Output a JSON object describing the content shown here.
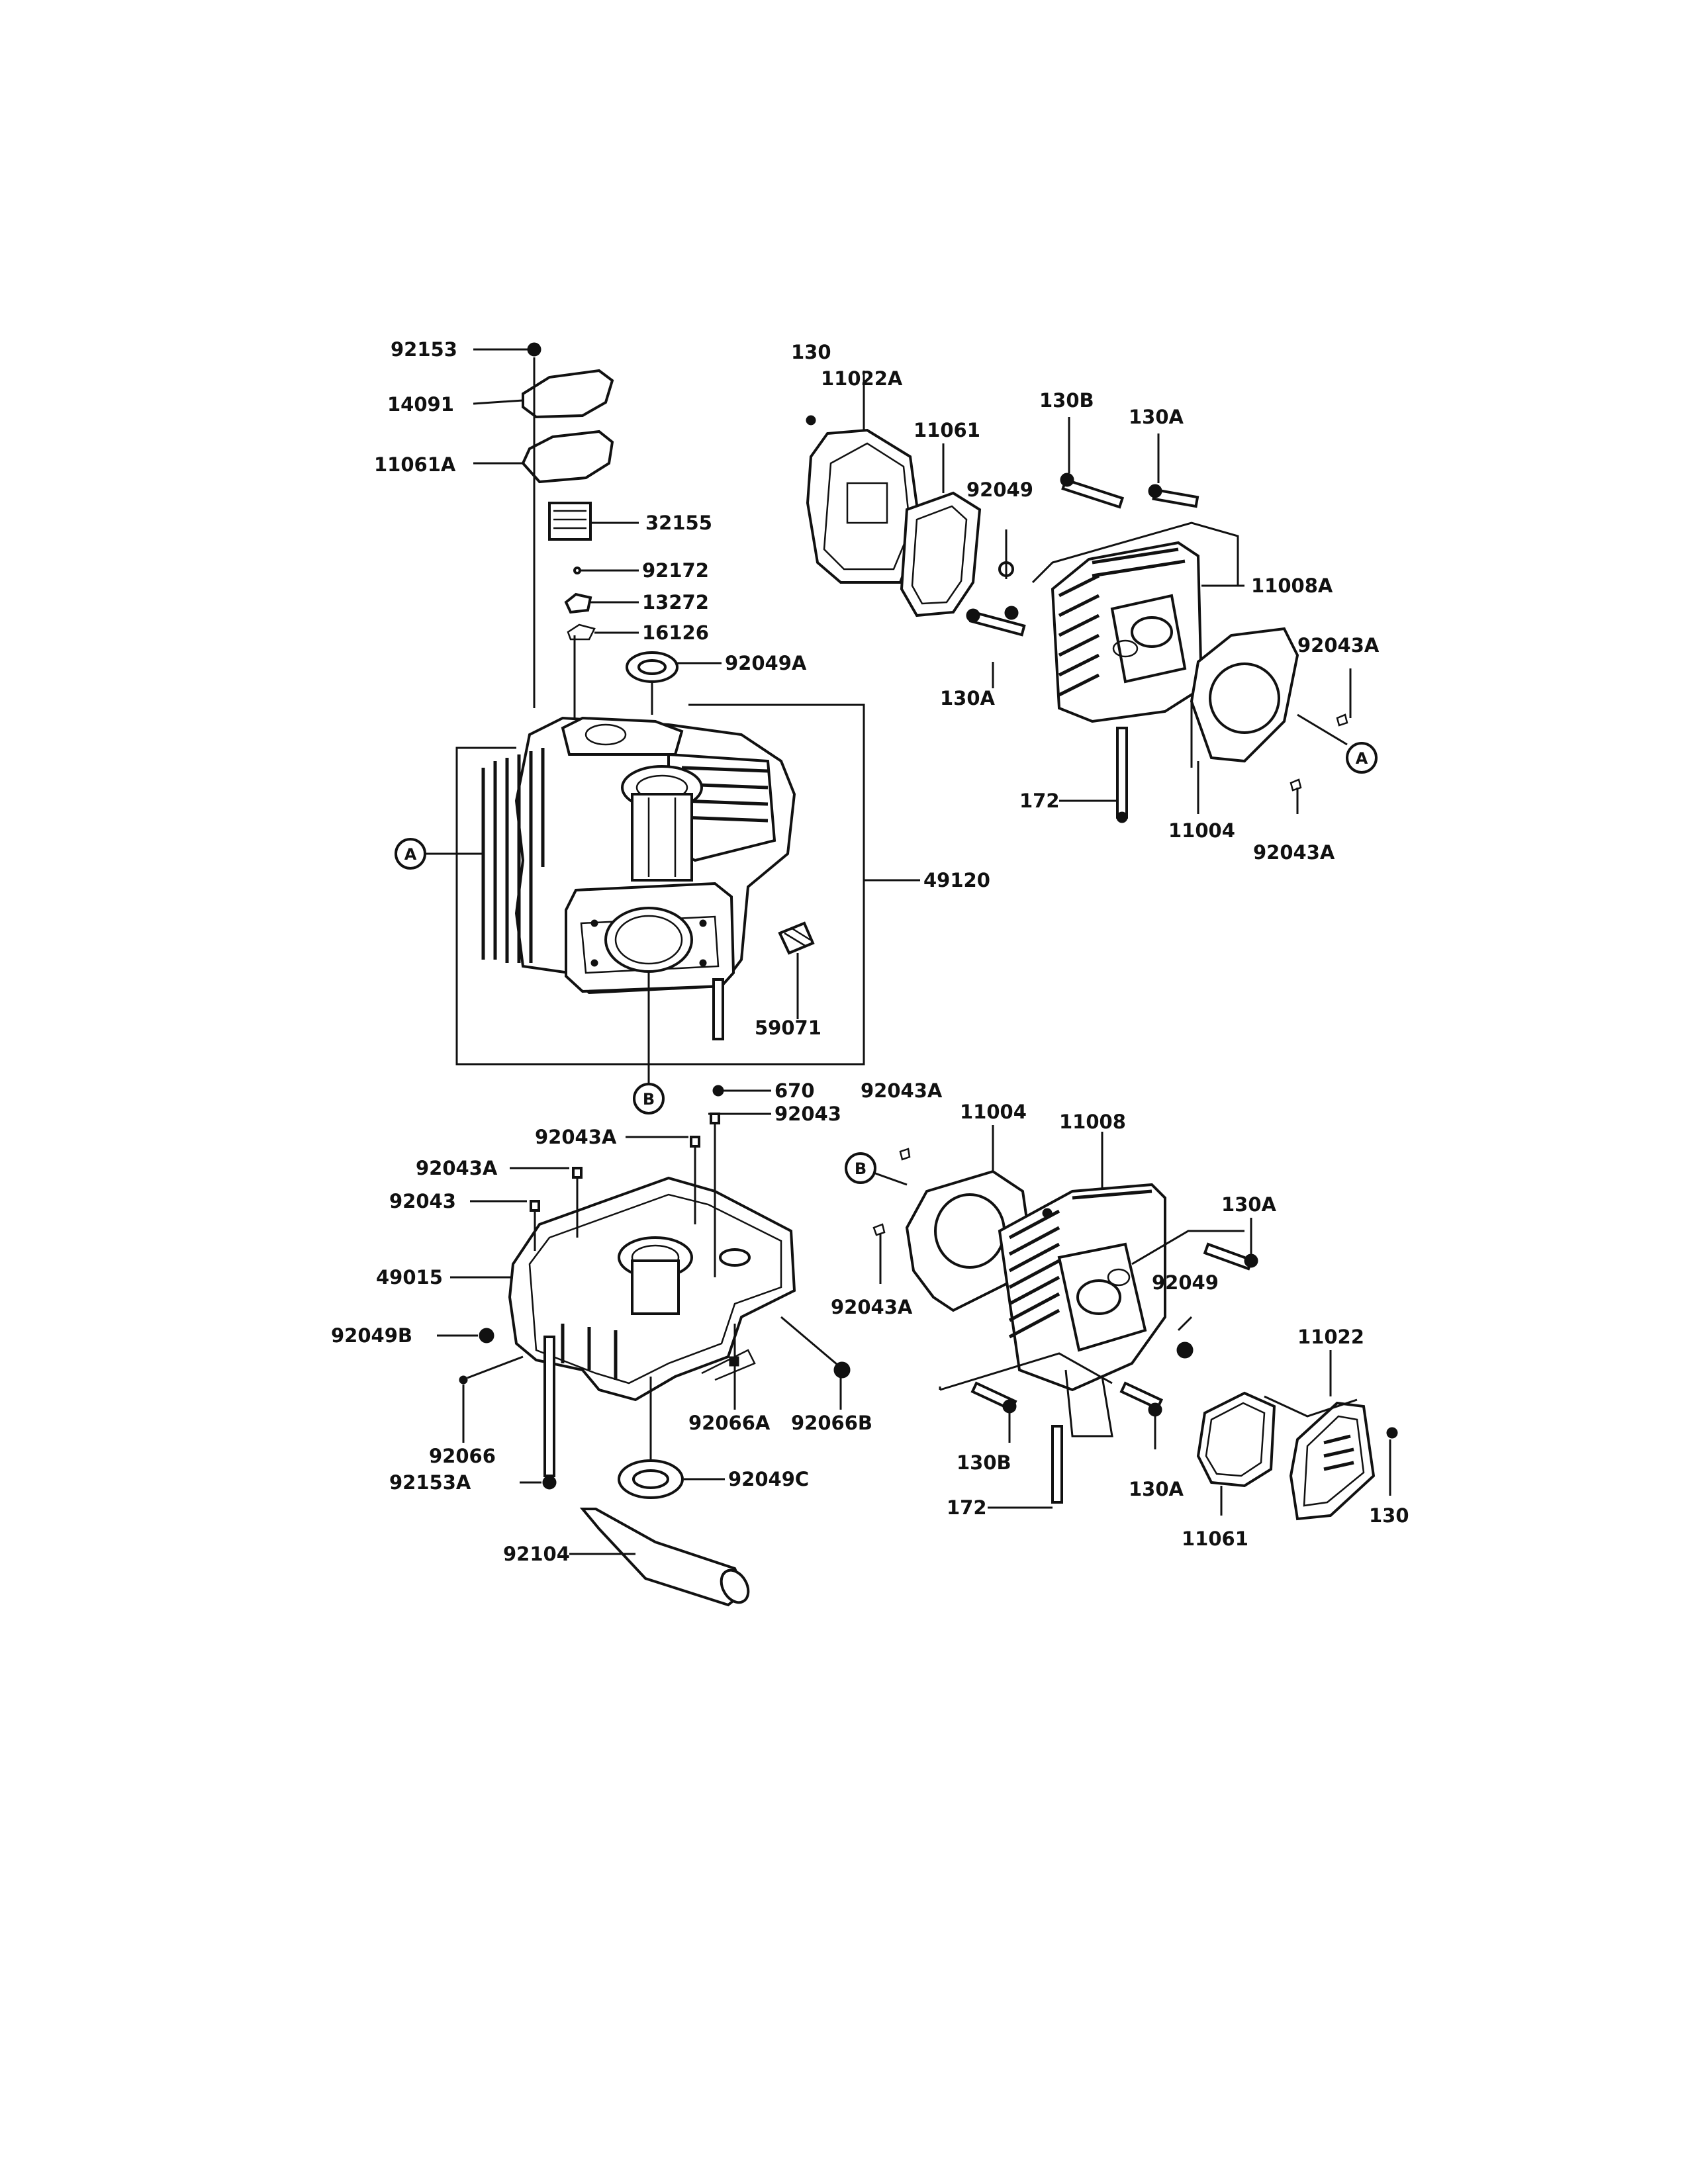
{
  "labels": {
    "l92153": "92153",
    "l14091": "14091",
    "l11061A": "11061A",
    "l32155": "32155",
    "l92172": "92172",
    "l13272": "13272",
    "l16126": "16126",
    "l92049A": "92049A",
    "l49120": "49120",
    "l59071": "59071",
    "l670": "670",
    "l92043_top": "92043",
    "l92043A_top": "92043A",
    "l92043A_left1": "92043A",
    "l92043_left": "92043",
    "l49015": "49015",
    "l92049B": "92049B",
    "l92066": "92066",
    "l92153A": "92153A",
    "l92066A": "92066A",
    "l92066B": "92066B",
    "l92049C": "92049C",
    "l92104": "92104",
    "l130_tr": "130",
    "l11022A": "11022A",
    "l11061_tr": "11061",
    "l130B_tr": "130B",
    "l130A_tr": "130A",
    "l92049_tr": "92049",
    "l11008A": "11008A",
    "l130A_tr2": "130A",
    "l92043A_tr1": "92043A",
    "l172_tr": "172",
    "l11004_tr": "11004",
    "l92043A_tr2": "92043A",
    "l92043A_br1": "92043A",
    "l11004_br": "11004",
    "l11008": "11008",
    "l130A_br1": "130A",
    "l92049_br": "92049",
    "l92043A_br2": "92043A",
    "l11022": "11022",
    "l130B_br": "130B",
    "l130A_br2": "130A",
    "l172_br": "172",
    "l11061_br": "11061",
    "l130_br": "130"
  },
  "callouts": {
    "a_left": "A",
    "a_right": "A",
    "b_mid": "B",
    "b_right": "B"
  }
}
